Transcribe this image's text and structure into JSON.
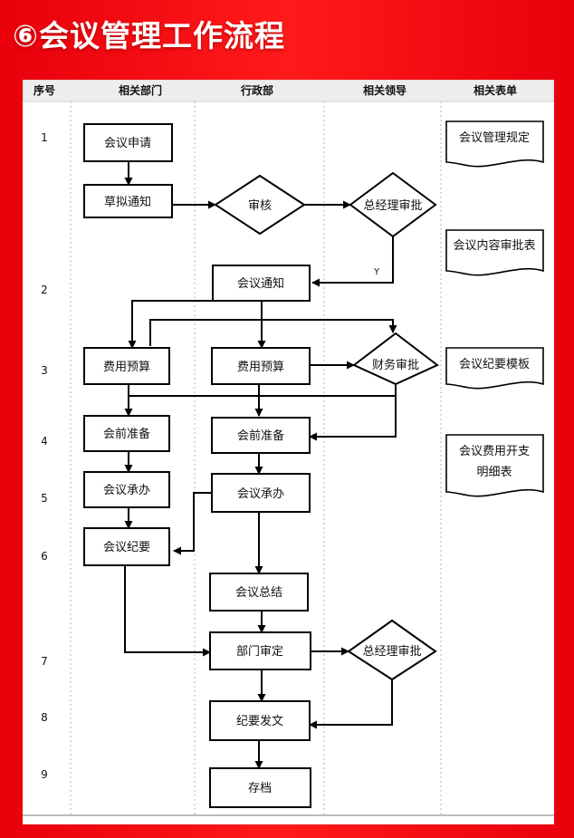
{
  "title": "⑥会议管理工作流程",
  "columns": [
    "序号",
    "相关部门",
    "行政部",
    "相关领导",
    "相关表单"
  ],
  "row_numbers": [
    "1",
    "2",
    "3",
    "4",
    "5",
    "6",
    "7",
    "8",
    "9"
  ],
  "nodes": {
    "meeting_apply": "会议申请",
    "draft_notice": "草拟通知",
    "review": "审核",
    "gm_approval_1": "总经理审批",
    "meeting_notice": "会议通知",
    "dept_budget": "费用预算",
    "admin_budget": "费用预算",
    "finance_approval": "财务审批",
    "dept_prep": "会前准备",
    "admin_prep": "会前准备",
    "dept_host": "会议承办",
    "admin_host": "会议承办",
    "minutes": "会议纪要",
    "summary": "会议总结",
    "dept_review": "部门审定",
    "gm_approval_2": "总经理审批",
    "publish": "纪要发文",
    "archive": "存档"
  },
  "yes_label": "Y",
  "forms": {
    "f1": "会议管理规定",
    "f2": "会议内容审批表",
    "f3": "会议纪要模板",
    "f4_line1": "会议费用开支",
    "f4_line2": "明细表"
  }
}
